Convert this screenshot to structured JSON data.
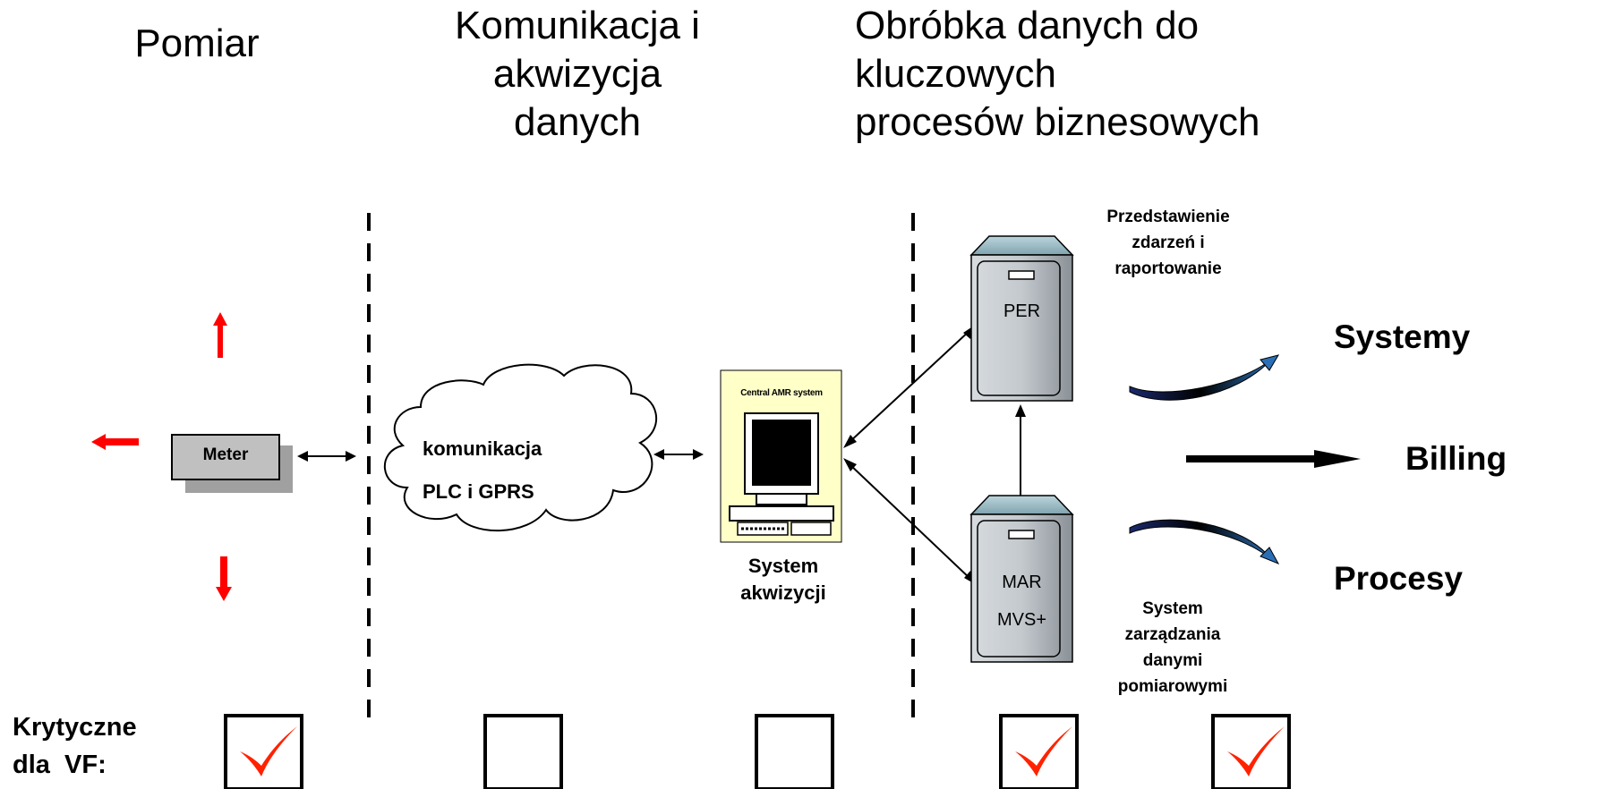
{
  "headers": {
    "pomiar": "Pomiar",
    "komunikacja": [
      "Komunikacja i",
      "akwizycja danych"
    ],
    "obrobka": [
      "Obróbka danych do kluczowych",
      "procesów biznesowych"
    ]
  },
  "meter_label": "Meter",
  "cloud_text": [
    "komunikacja",
    "PLC i GPRS"
  ],
  "central_system": {
    "screen_label": "Central AMR system",
    "caption": [
      "System",
      "akwizycji"
    ]
  },
  "server_per": {
    "label": "PER",
    "caption": [
      "Przedstawienie",
      "zdarzeń i",
      "raportowanie"
    ]
  },
  "server_mar": {
    "label_lines": [
      "MAR",
      "MVS+"
    ],
    "caption": [
      "System",
      "zarządzania",
      "danymi",
      "pomiarowymi"
    ]
  },
  "outputs": {
    "systemy": "Systemy",
    "billing": "Billing",
    "procesy": "Procesy"
  },
  "critical": {
    "label": [
      "Krytyczne",
      "dla  VF:"
    ],
    "checkboxes": [
      true,
      false,
      false,
      true,
      true
    ]
  },
  "colors": {
    "arrow_red": "#ff0000",
    "check_red": "#ff2200",
    "server_top": "#a9c6cf",
    "server_body": "#c9ced2",
    "computer_bg": "#ffffc8",
    "meter_box": "#c0c0c0",
    "meter_shadow": "#a0a0a0"
  }
}
